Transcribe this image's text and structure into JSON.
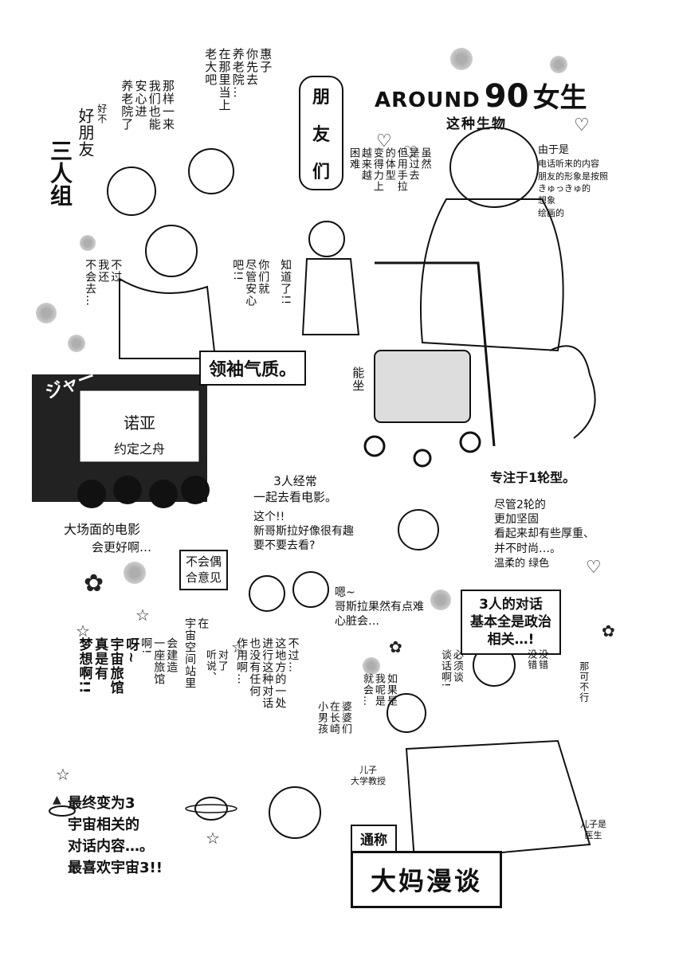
{
  "title": {
    "prefix": "AROUND",
    "number": "90",
    "suffix": "女生",
    "sub": "这种生物"
  },
  "friends_badge": {
    "c1": "朋",
    "c2": "友",
    "c3": "们"
  },
  "note_top": {
    "line1": "由于是",
    "line2": "电话听来的内容",
    "line3": "朋友的形象是按照",
    "line4": "きゅっきゅ的",
    "line5": "想象",
    "line6": "绘画的"
  },
  "trio": {
    "label": "三人组",
    "label2": "好朋友",
    "good_old": "好不"
  },
  "bubbles_top": {
    "a": "那样一来\n我们也能\n安心进\n养老院了",
    "b": "惠子\n你先去\n养老院…\n在那里当上\n老大吧",
    "c": "不过\n我还\n不会去…",
    "d": "你们就\n尽管安心\n吧!!",
    "e": "知道了!!",
    "f": "虽然\n是过去\n但用手拉\n的体型\n变得力上\n越来越\n困难"
  },
  "leader_label": "领袖气质。",
  "movie": {
    "sfx": "ジャー",
    "screen_line1": "诺亚",
    "screen_line2": "约定之舟",
    "caption1": "大场面的电影",
    "caption2": "会更好啊…",
    "together": "3人经常\n一起去看电影。"
  },
  "walker": {
    "can_sit": "能坐",
    "focus": "专注于1轮型。",
    "note": "尽管2轮的\n更加坚固\n看起来却有些厚重、\n并不时尚…。",
    "green": "温柔的  绿色"
  },
  "phone": {
    "q": "这个!!\n新哥斯拉好像很有趣\n要不要去看?",
    "coincidence": "不会偶\n合意见",
    "a": "嗯~\n哥斯拉果然有点难\n心脏会…"
  },
  "conversation": {
    "box": "3人的对话\n基本全是政治\n相关…!",
    "b1": "必须谈\n谈话啊!",
    "b2": "没错\n没错",
    "b3": "那可不行",
    "b4": "如果是\n我呢是\n就会…",
    "son1": "儿子\n大学教授",
    "son2": "儿子是\n医生"
  },
  "space": {
    "b1": "呀~\n宇宙旅馆\n真是有\n梦想啊!!",
    "b2": "会建造\n一座旅馆\n啊!",
    "b3": "在\n宇宙空间站里",
    "b4": "对了\n听说、",
    "b5": "不过…\n这地方的一处\n进行这种对话\n也没有任何\n作用啊…",
    "b6": "婆婆们\n在长崎\n小男孩"
  },
  "bottom": {
    "text": "最终变为3\n宇宙相关的\n对话内容…。\n最喜欢宇宙3!!",
    "tag": "通称",
    "name": "大妈漫谈"
  },
  "colors": {
    "ink": "#111111",
    "screentone": "#888888",
    "paper": "#ffffff"
  }
}
